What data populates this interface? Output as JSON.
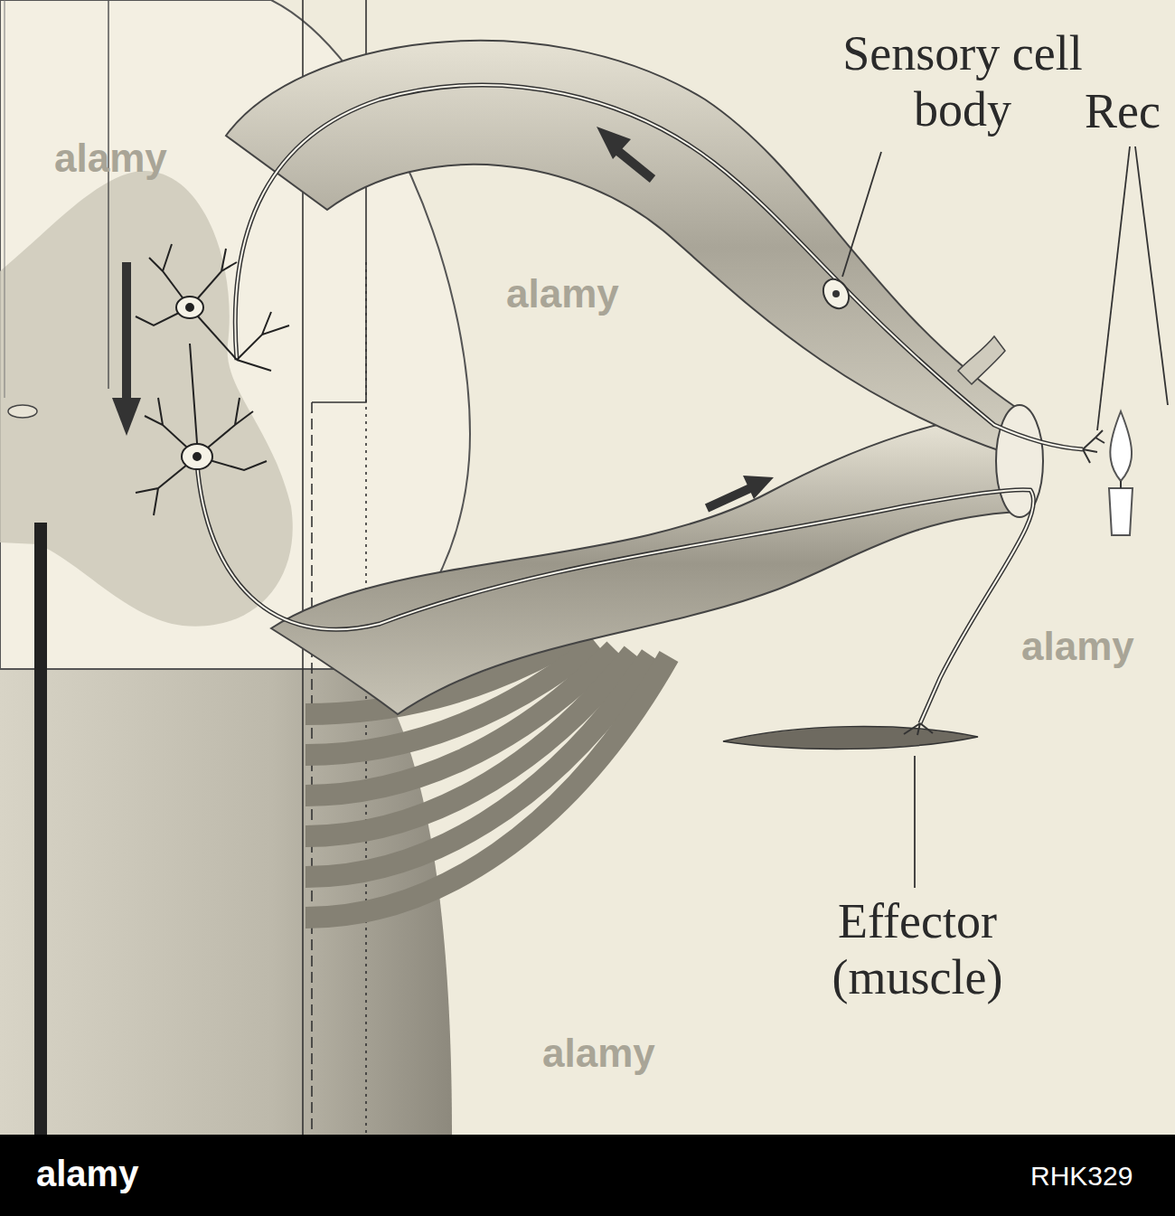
{
  "diagram": {
    "labels": [
      "Sensory cell body",
      "Rec",
      "Effector (muscle)",
      "alamy",
      "alamy",
      "alamy",
      "alamy",
      "alamy",
      "RHK329"
    ]
  }
}
